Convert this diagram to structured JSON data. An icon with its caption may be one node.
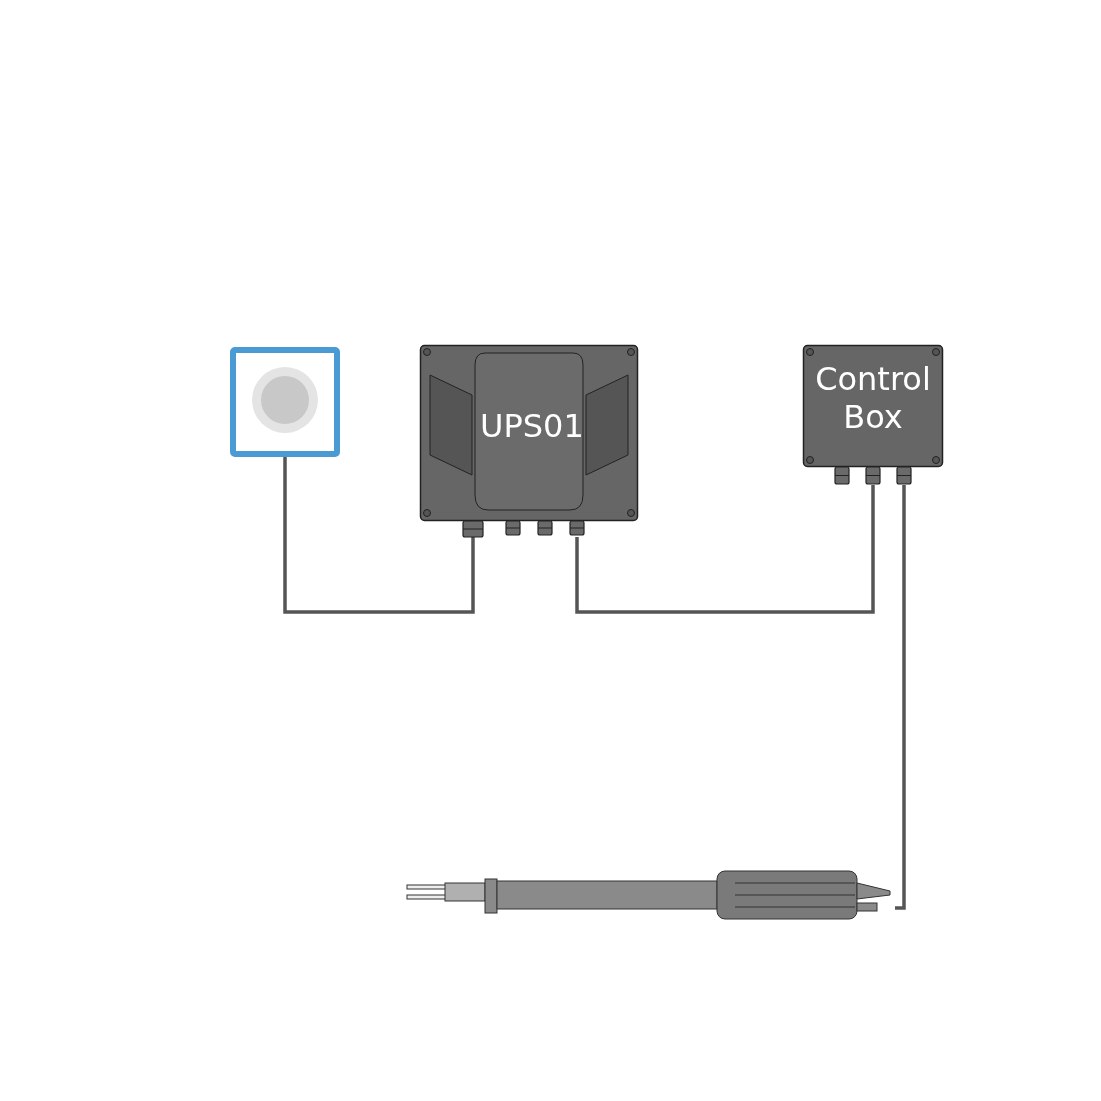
{
  "diagram": {
    "nodes": [
      {
        "text": [],
        "shape": "picture"
      },
      {
        "text": [
          "UPS01"
        ]
      },
      {
        "text": [
          "Control Box"
        ]
      },
      {
        "text": [],
        "shape": "picture"
      }
    ],
    "edges": [
      {
        "from": 0,
        "to": 1,
        "arrow": "none"
      },
      {
        "from": 1,
        "to": 2,
        "arrow": "none"
      },
      {
        "from": 2,
        "to": 3,
        "arrow": "none"
      }
    ]
  }
}
